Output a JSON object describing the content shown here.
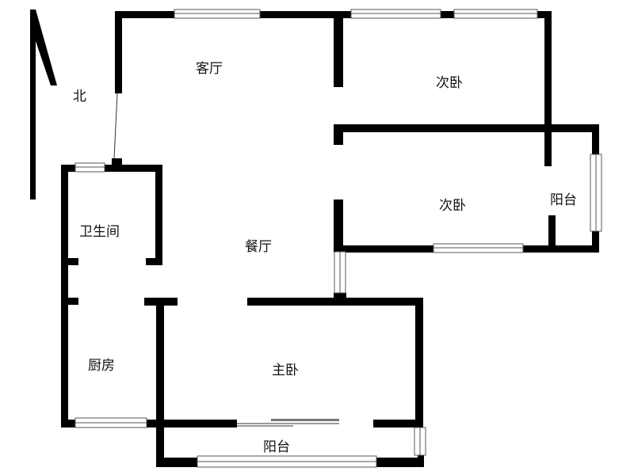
{
  "compass": {
    "label": "北"
  },
  "rooms": {
    "living_room": "客厅",
    "bedroom_2a": "次卧",
    "bedroom_2b": "次卧",
    "balcony_east": "阳台",
    "bathroom": "卫生间",
    "dining_room": "餐厅",
    "kitchen": "厨房",
    "master_bedroom": "主卧",
    "balcony_south": "阳台"
  }
}
